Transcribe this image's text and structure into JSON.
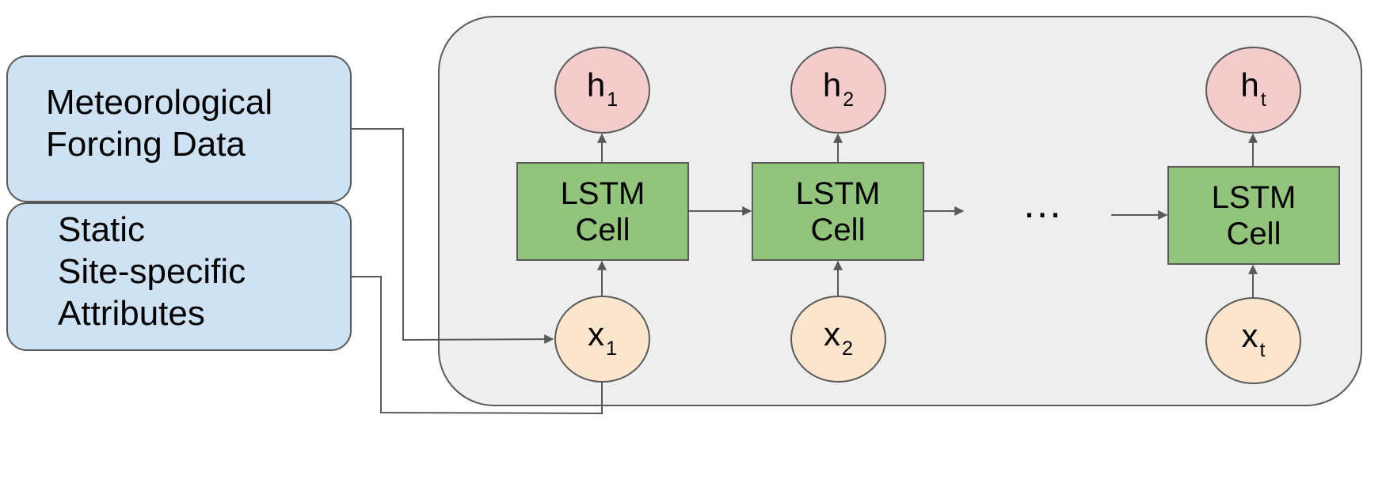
{
  "inputs": {
    "meteorological": [
      "Meteorological",
      "Forcing Data"
    ],
    "static": [
      "Static",
      "Site-specific",
      "Attributes"
    ]
  },
  "cells": [
    {
      "line1": "LSTM",
      "line2": "Cell"
    },
    {
      "line1": "LSTM",
      "line2": "Cell"
    },
    {
      "line1": "LSTM",
      "line2": "Cell"
    }
  ],
  "outputs": [
    {
      "symbol": "h",
      "sub": "1"
    },
    {
      "symbol": "h",
      "sub": "2"
    },
    {
      "symbol": "h",
      "sub": "t"
    }
  ],
  "inputs_x": [
    {
      "symbol": "x",
      "sub": "1"
    },
    {
      "symbol": "x",
      "sub": "2"
    },
    {
      "symbol": "x",
      "sub": "t"
    }
  ],
  "ellipsis": "…",
  "colors": {
    "input_fill": "#cfe2f3",
    "cell_fill": "#93c47d",
    "hidden_fill": "#f4cccc",
    "x_fill": "#fce5cd",
    "panel_fill": "#eeeeee",
    "stroke": "#595959"
  }
}
